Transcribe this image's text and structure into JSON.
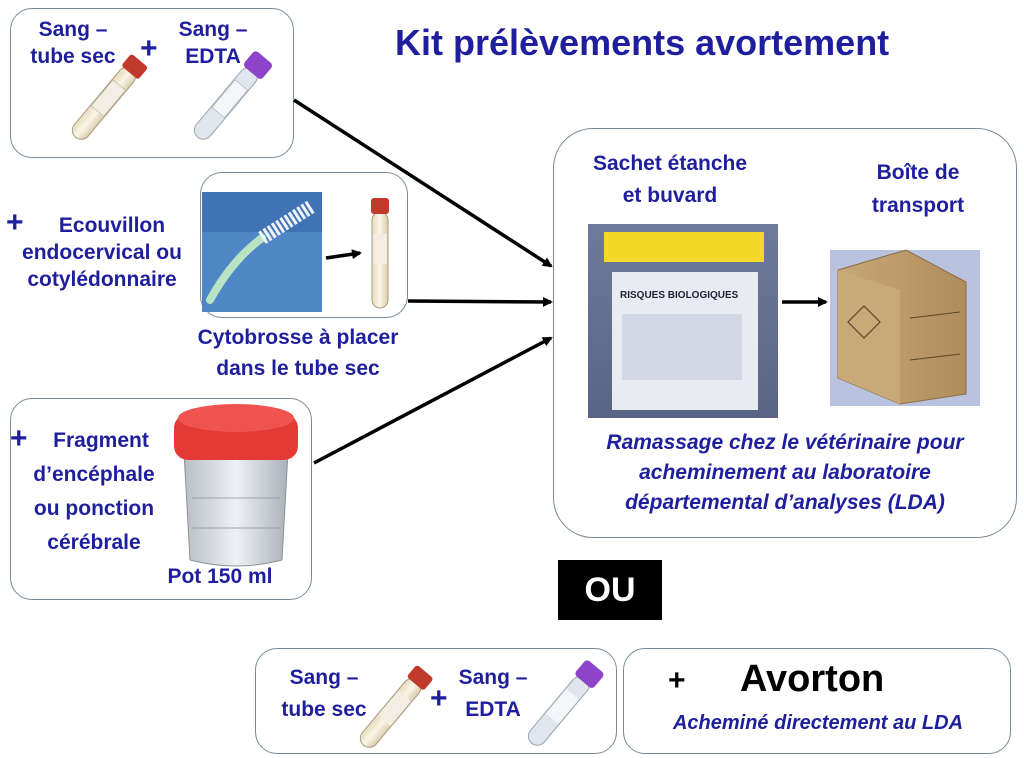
{
  "title": "Kit prélèvements avortement",
  "blood_box": {
    "dry_tube_label_line1": "Sang –",
    "dry_tube_label_line2": "tube sec",
    "plus": "+",
    "edta_label_line1": "Sang –",
    "edta_label_line2": "EDTA"
  },
  "swab_box": {
    "plus": "+",
    "label_line1": "Ecouvillon",
    "label_line2": "endocervical ou",
    "label_line3": "cotylédonnaire",
    "caption_line1": "Cytobrosse à placer",
    "caption_line2": "dans le tube sec"
  },
  "brain_box": {
    "plus": "+",
    "label_line1": "Fragment",
    "label_line2": "d’encéphale",
    "label_line3": "ou ponction",
    "label_line4": "cérébrale",
    "pot_label": "Pot 150 ml"
  },
  "transport_box": {
    "bag_label_line1": "Sachet étanche",
    "bag_label_line2": "et buvard",
    "box_label_line1": "Boîte de",
    "box_label_line2": "transport",
    "bag_print": "RISQUES BIOLOGIQUES",
    "pickup_line1": "Ramassage chez le vétérinaire pour",
    "pickup_line2": "acheminement au laboratoire",
    "pickup_line3": "départemental d’analyses (LDA)"
  },
  "or_label": "OU",
  "bottom_blood_box": {
    "dry_tube_label_line1": "Sang –",
    "dry_tube_label_line2": "tube sec",
    "plus": "+",
    "edta_label_line1": "Sang –",
    "edta_label_line2": "EDTA"
  },
  "fetus_box": {
    "plus": "+",
    "label": "Avorton",
    "note": "Acheminé directement au LDA"
  },
  "colors": {
    "text_blue": "#1f1f9e",
    "box_border": "#7a8a96",
    "edta_cap": "#8e44c8",
    "dry_cap": "#c0392b",
    "pot_cap": "#e53935",
    "bag_strip": "#f4d82a"
  }
}
